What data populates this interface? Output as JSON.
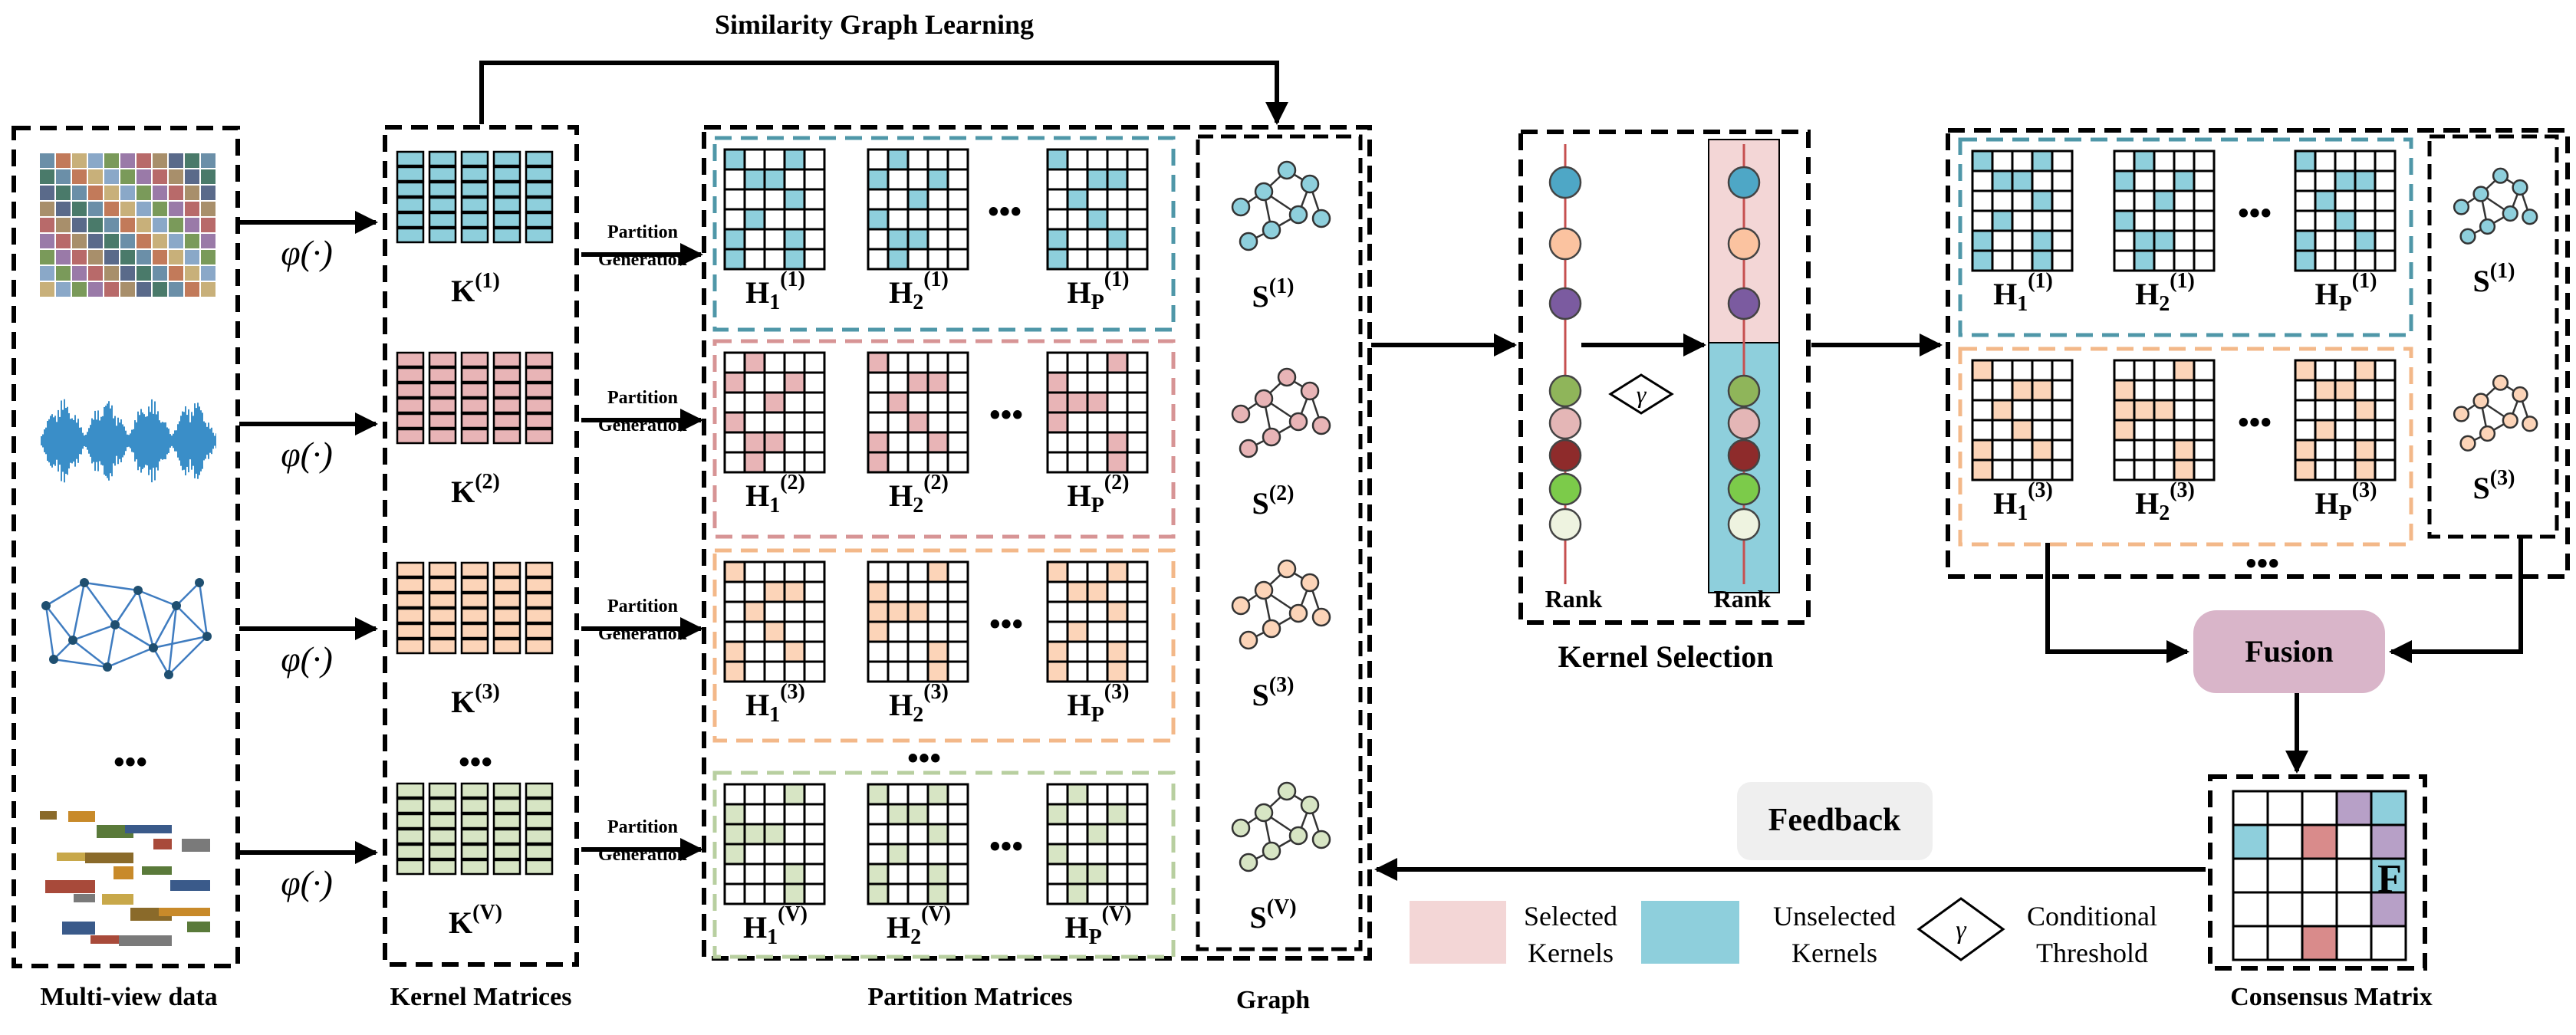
{
  "diagram": {
    "title": "Similarity Graph Learning",
    "phi_label": "φ(·)",
    "ellipsis": "•••",
    "partition_generation": [
      "Partition",
      "Generation"
    ],
    "section_labels": {
      "multiview": "Multi-view data",
      "kernels": "Kernel Matrices",
      "partitions": "Partition Matrices",
      "graph": "Graph",
      "kernel_selection": "Kernel Selection",
      "consensus": "Consensus Matrix"
    },
    "kernel_labels": [
      {
        "base": "K",
        "sup": "(1)"
      },
      {
        "base": "K",
        "sup": "(2)"
      },
      {
        "base": "K",
        "sup": "(3)"
      },
      {
        "base": "K",
        "sup": "(V)"
      }
    ],
    "h_labels": {
      "rows": [
        "(1)",
        "(2)",
        "(3)",
        "(V)"
      ],
      "subs": [
        "1",
        "2",
        "P"
      ],
      "base": "H"
    },
    "graph_labels": [
      {
        "base": "S",
        "sup": "(1)"
      },
      {
        "base": "S",
        "sup": "(2)"
      },
      {
        "base": "S",
        "sup": "(3)"
      },
      {
        "base": "S",
        "sup": "(V)"
      }
    ],
    "selected_graph_labels": [
      {
        "base": "S",
        "sup": "(1)"
      },
      {
        "base": "S",
        "sup": "(3)"
      }
    ],
    "rank_label": "Rank",
    "gamma": "γ",
    "fusion": "Fusion",
    "feedback": "Feedback",
    "consensus_label": "F",
    "legend": {
      "selected": [
        "Selected",
        "Kernels"
      ],
      "unselected": [
        "Unselected",
        "Kernels"
      ],
      "threshold": [
        "Conditional",
        "Threshold"
      ]
    },
    "colors": {
      "blue": "#8ecfdc",
      "red": "#e8b4b6",
      "orange": "#fcd4b8",
      "green": "#d7e5c4",
      "purple": "#b7a0c7",
      "rose": "#d98b8b",
      "fusion_bg": "#d9b5c9",
      "selected_bg": "#f3d6d6",
      "unselected_bg": "#8ecfdc"
    }
  }
}
